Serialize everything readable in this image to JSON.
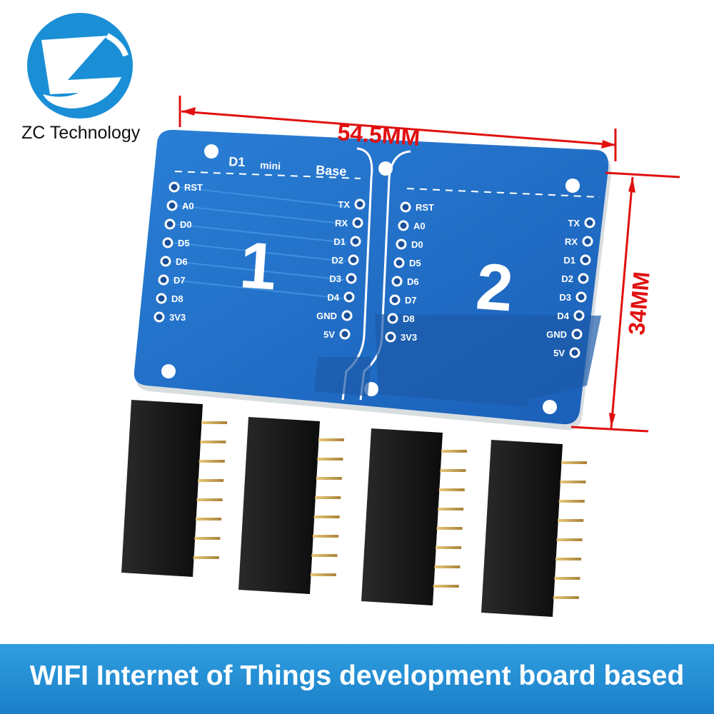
{
  "brand": {
    "name": "ZC Technology",
    "logo_icon": "zc-swirl-logo-icon"
  },
  "dimensions": {
    "width_label": "54.5MM",
    "height_label": "34MM",
    "color": "#e01010"
  },
  "board": {
    "title_left": "D1",
    "title_mid": "mini",
    "title_right": "Base",
    "slot1_number": "1",
    "slot2_number": "2",
    "left_pins": [
      "RST",
      "A0",
      "D0",
      "D5",
      "D6",
      "D7",
      "D8",
      "3V3"
    ],
    "right_pins": [
      "TX",
      "RX",
      "D1",
      "D2",
      "D3",
      "D4",
      "GND",
      "5V"
    ],
    "pcb_color": "#1f6fc6"
  },
  "headers": {
    "count": 4,
    "pins_per_header": 8
  },
  "banner": {
    "text": "WIFI Internet of Things development board based",
    "color": "#1b7fc8"
  }
}
